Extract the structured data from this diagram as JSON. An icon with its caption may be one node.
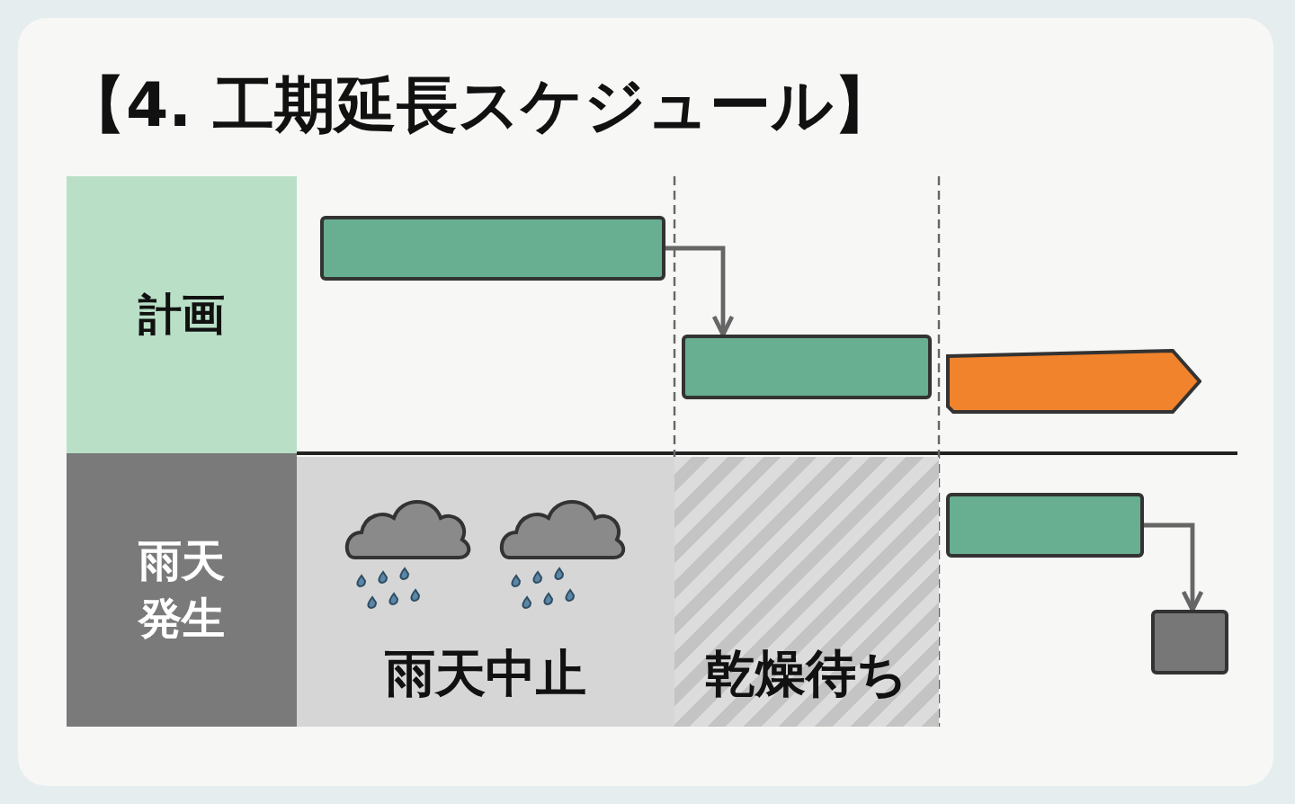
{
  "diagram": {
    "title": "【4. 工期延長スケジュール】",
    "nodes": [
      {
        "text": [
          "計画"
        ]
      },
      {
        "text": [
          "雨天発生"
        ]
      },
      {
        "text": [
          "雨天中止"
        ]
      },
      {
        "text": [
          "乾燥待ち"
        ]
      },
      {
        "text": [],
        "shape": "bar"
      },
      {
        "text": [],
        "shape": "bar"
      },
      {
        "text": [],
        "shape": "arrow"
      },
      {
        "text": [],
        "shape": "bar"
      },
      {
        "text": [],
        "shape": "box"
      }
    ],
    "edges": [
      {
        "from": 4,
        "to": 5,
        "arrow": "to"
      },
      {
        "from": 7,
        "to": 8,
        "arrow": "to"
      }
    ]
  }
}
